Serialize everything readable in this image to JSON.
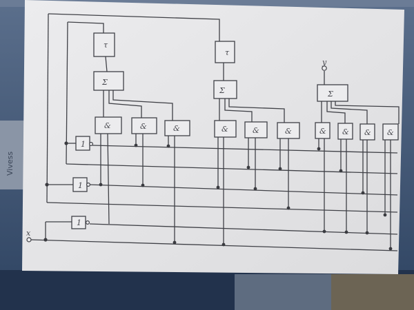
{
  "colors": {
    "paper": "#e8e8ea",
    "ink": "#3f4046",
    "background_top": "#5b6f8c",
    "background_bottom": "#2e4361"
  },
  "photo_text": {
    "side_label": "Vivess"
  },
  "diagram": {
    "input_label": "x",
    "output_label": "y",
    "delay_gates": [
      "τ",
      "τ"
    ],
    "sum_gates": [
      "Σ",
      "Σ",
      "Σ"
    ],
    "not_gates": [
      "1",
      "1",
      "1"
    ],
    "and_gates": [
      "&",
      "&",
      "&",
      "&",
      "&",
      "&",
      "&",
      "&",
      "&",
      "&"
    ]
  }
}
